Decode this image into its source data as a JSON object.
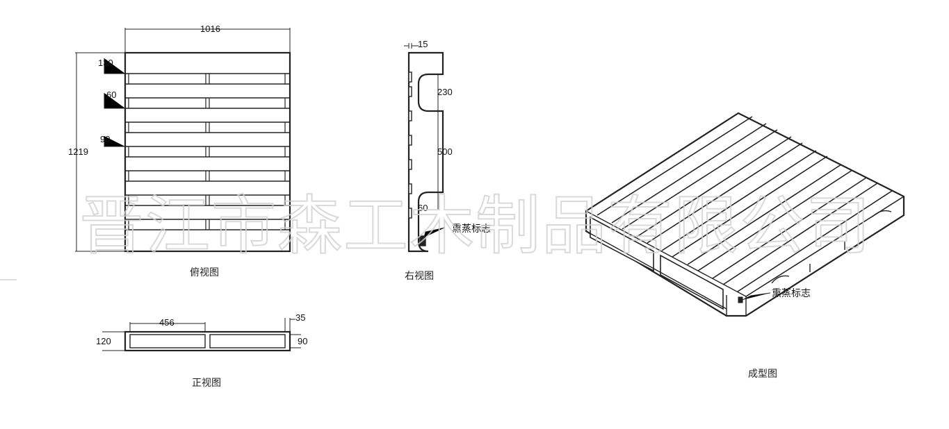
{
  "watermark": "晋江市森工木制品有限公司",
  "views": {
    "top": {
      "caption": "俯视图",
      "dims": {
        "width": "1016",
        "length": "1219",
        "deck_end": "130",
        "gap": "60",
        "board": "90"
      }
    },
    "right": {
      "caption": "右视图",
      "dims": {
        "thick": "15",
        "notch": "230",
        "span": "500",
        "bottom": "60"
      },
      "mark_label": "熏蒸标志"
    },
    "front": {
      "caption": "正视图",
      "dims": {
        "opening": "456",
        "top_thick": "35",
        "height": "120",
        "inner": "90"
      }
    },
    "iso": {
      "caption": "成型图",
      "mark_label": "熏蒸标志"
    }
  }
}
